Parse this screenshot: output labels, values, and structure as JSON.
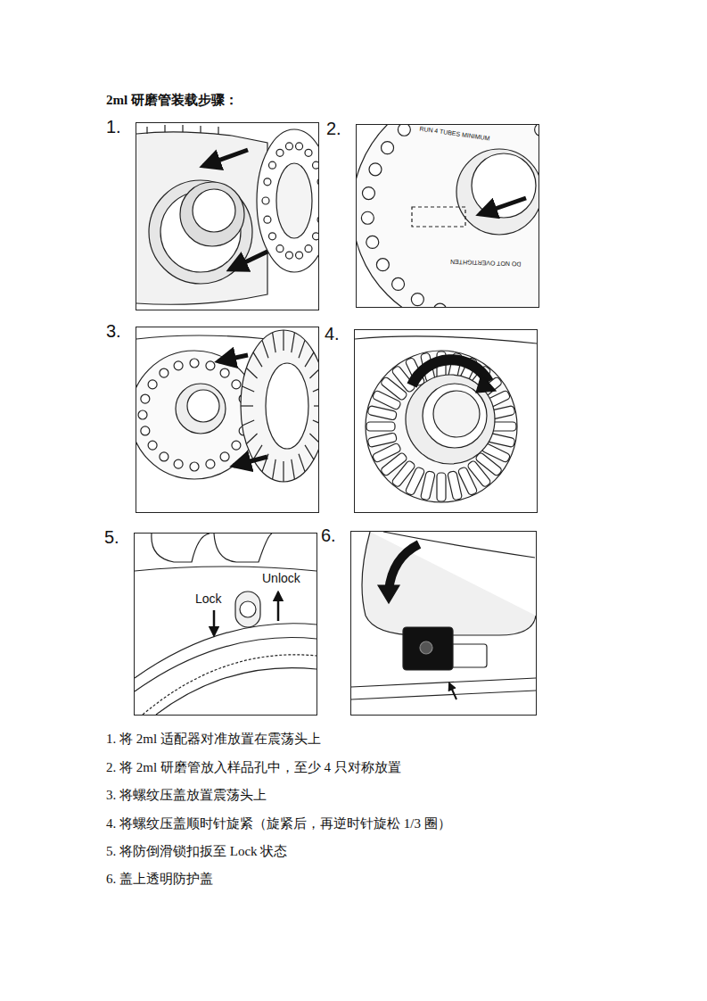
{
  "diagram": {
    "title": "2ml 研磨管装载步骤：",
    "nodes": [
      {
        "text": [
          "1."
        ]
      },
      {
        "text": [
          "2."
        ]
      },
      {
        "text": [
          "3."
        ]
      },
      {
        "text": [
          "4."
        ]
      },
      {
        "text": [
          "5."
        ]
      },
      {
        "text": [
          "6."
        ]
      }
    ],
    "labels": [
      "RUN 4 TUBES MINIMUM",
      "DO NOT OVERTIGHTEN",
      "Lock",
      "Unlock",
      "1. 将 2ml 适配器对准放置在震荡头上",
      "2. 将 2ml 研磨管放入样品孔中，至少 4 只对称放置",
      "3. 将螺纹压盖放置震荡头上",
      "4. 将螺纹压盖顺时针旋紧（旋紧后，再逆时针旋松 1/3 圈）",
      "5. 将防倒滑锁扣扳至 Lock 状态",
      "6. 盖上透明防护盖"
    ]
  }
}
